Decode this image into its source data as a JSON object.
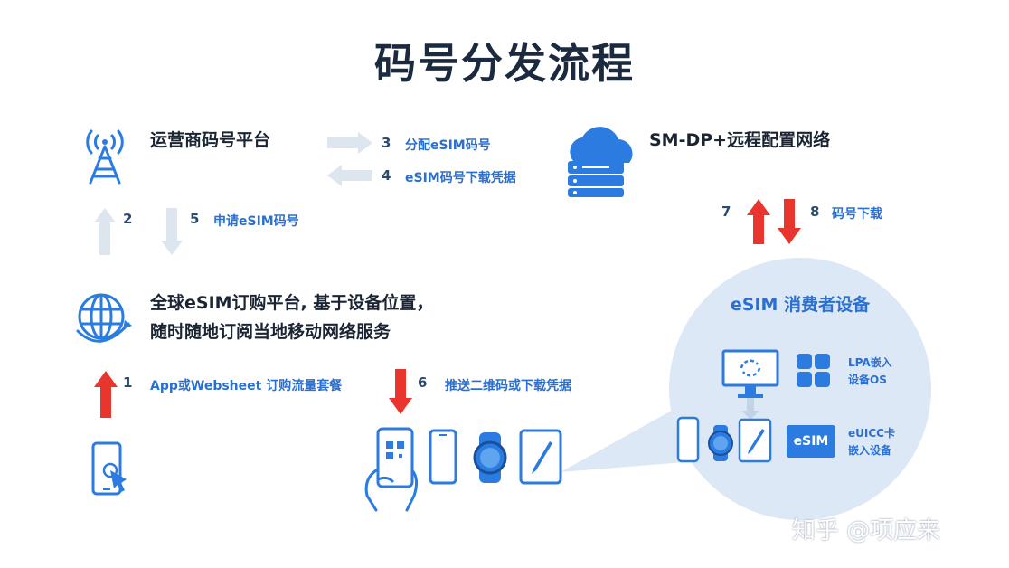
{
  "title": "码号分发流程",
  "nodes": {
    "operator": "运营商码号平台",
    "smdp": "SM-DP+远程配置网络",
    "global_line1": "全球eSIM订购平台, 基于设备位置，",
    "global_line2": "随时随地订阅当地移动网络服务",
    "consumer_title": "eSIM 消费者设备",
    "lpa_line1": "LPA嵌入",
    "lpa_line2": "设备OS",
    "euicc_line1": "eUICC卡",
    "euicc_line2": "嵌入设备",
    "esim_chip": "eSIM"
  },
  "steps": [
    {
      "num": "1",
      "text": "App或Websheet 订购流量套餐"
    },
    {
      "num": "2",
      "text": ""
    },
    {
      "num": "3",
      "text": "分配eSIM码号"
    },
    {
      "num": "4",
      "text": "eSIM码号下载凭据"
    },
    {
      "num": "5",
      "text": "申请eSIM码号"
    },
    {
      "num": "6",
      "text": "推送二维码或下载凭据"
    },
    {
      "num": "7",
      "text": ""
    },
    {
      "num": "8",
      "text": "码号下载"
    }
  ],
  "watermark": "知乎 @项应来",
  "colors": {
    "accent_blue": "#2a6fd1",
    "icon_blue": "#2b7be0",
    "arrow_red": "#e8352d",
    "arrow_gray": "#dde5ee",
    "circle_bg": "#dde8f6"
  }
}
